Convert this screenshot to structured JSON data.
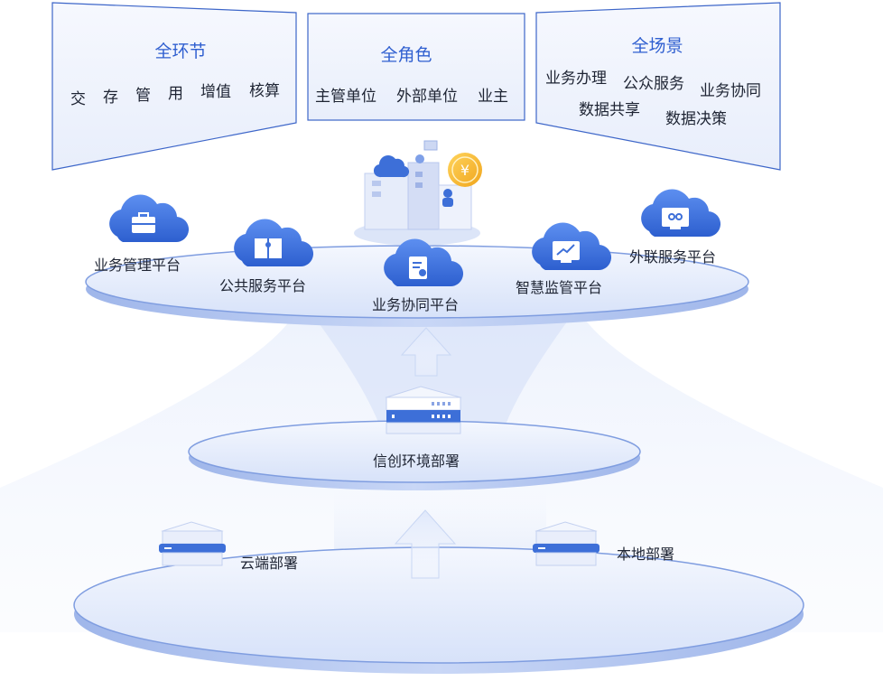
{
  "panels": [
    {
      "title": "全环节",
      "items": [
        "交",
        "存",
        "管",
        "用",
        "增值",
        "核算"
      ]
    },
    {
      "title": "全角色",
      "items": [
        "主管单位",
        "外部单位",
        "业主"
      ]
    },
    {
      "title": "全场景",
      "items": [
        "业务办理",
        "公众服务",
        "业务协同",
        "数据共享",
        "数据决策"
      ]
    }
  ],
  "platforms": [
    {
      "label": "业务管理平台",
      "icon": "briefcase-icon"
    },
    {
      "label": "公共服务平台",
      "icon": "book-person-icon"
    },
    {
      "label": "业务协同平台",
      "icon": "document-share-icon"
    },
    {
      "label": "智慧监管平台",
      "icon": "monitor-chart-icon"
    },
    {
      "label": "外联服务平台",
      "icon": "monitor-link-icon"
    }
  ],
  "middle": {
    "label": "信创环境部署",
    "icon": "server-icon"
  },
  "bottom": [
    {
      "label": "云端部署",
      "icon": "server-icon"
    },
    {
      "label": "本地部署",
      "icon": "server-icon"
    }
  ],
  "colors": {
    "accent": "#2f5fd0",
    "cloud": "#3d6fd8",
    "disc": "#dfe8fb",
    "panel": "#eef3fd"
  }
}
